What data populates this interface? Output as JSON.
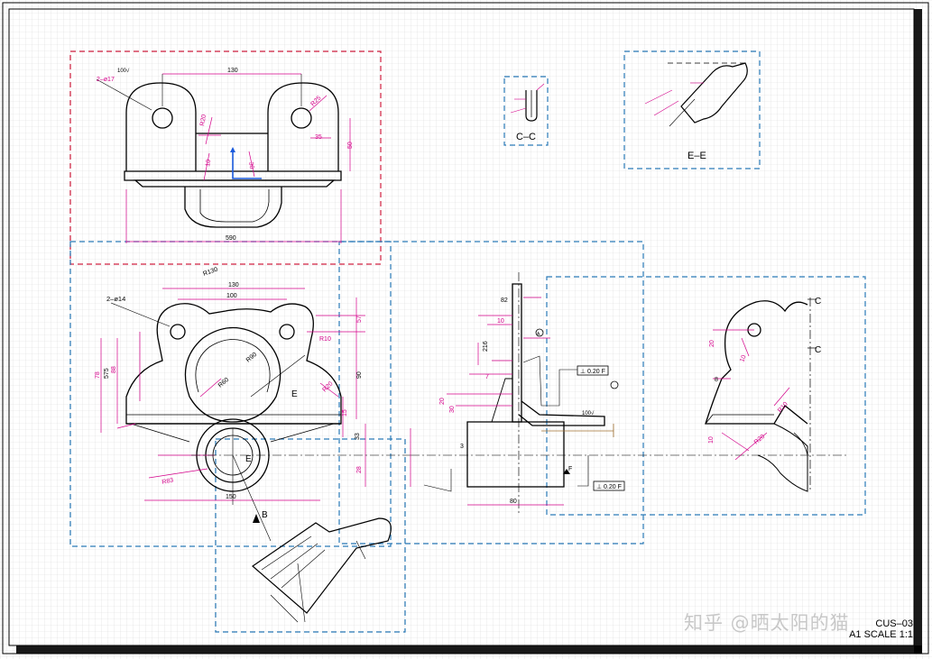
{
  "colors": {
    "grid": "#d9d9d9",
    "ink": "#000000",
    "dimension": "#d4008a",
    "view_frame_red": "#d02040",
    "view_frame_blue": "#2a7ab8",
    "axis_blue": "#1a5adc",
    "leader_brown": "#a07030"
  },
  "sections": {
    "cc": "C–C",
    "ee": "E–E",
    "marker_c": "C",
    "marker_e": "E",
    "marker_b": "B"
  },
  "top_view": {
    "note_holes": "2–ø17",
    "note_finish": "100√",
    "dim_130": "130",
    "dim_50": "50",
    "dim_r25": "R25",
    "dim_r20": "R20",
    "dim_30": "30",
    "dim_10": "10",
    "dim_35": "35",
    "dim_overall": "590"
  },
  "front_view": {
    "note_holes": "2–ø14",
    "dim_130": "130",
    "dim_100": "100",
    "dim_r130": "R130",
    "dim_575": "575",
    "dim_78": "78",
    "dim_88": "88",
    "dim_r10": "R10",
    "dim_r60": "R60",
    "dim_r90": "R90",
    "dim_150": "150",
    "dim_90": "90",
    "dim_57": "57",
    "dim_33": "33",
    "dim_28": "28",
    "dim_15": "15",
    "dim_r20": "R20",
    "dim_r83": "R83"
  },
  "side_view": {
    "dim_82": "82",
    "dim_10": "10",
    "dim_7": "7",
    "dim_20": "20",
    "dim_216": "216",
    "dim_30": "30",
    "dim_80": "80",
    "dim_3": "3",
    "dim_100": "100√",
    "tol_1": "⊥ 0.20 F",
    "tol_2": "⊥ 0.20 F",
    "datum": "F",
    "circle_a": "A"
  },
  "right_view": {
    "dim_20": "20",
    "dim_10": "10",
    "dim_8": "8",
    "dim_10b": "10",
    "dim_r10": "R10",
    "dim_r20": "R20"
  },
  "title_block": {
    "drawing_no": "CUS–03",
    "scale": "A1 SCALE 1:1"
  },
  "watermark": "知乎 @晒太阳的猫"
}
